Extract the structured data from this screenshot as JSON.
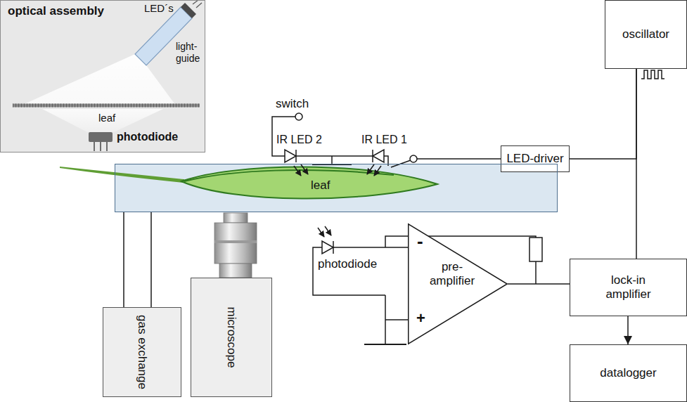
{
  "diagram": {
    "nodes": [
      {
        "text": [
          "optical assembly"
        ]
      },
      {
        "text": [
          "oscillator"
        ]
      },
      {
        "text": [
          "LED-driver"
        ]
      },
      {
        "text": [
          "leaf"
        ]
      },
      {
        "text": [
          "pre- amplifier"
        ]
      },
      {
        "text": [
          "lock-in amplifier"
        ]
      },
      {
        "text": [
          "gas exchange"
        ]
      },
      {
        "text": [
          "microscope"
        ]
      },
      {
        "text": [
          "datalogger"
        ]
      }
    ],
    "edges": [
      {
        "from": 1,
        "to": 2,
        "arrow": "none"
      },
      {
        "from": 1,
        "to": 5,
        "arrow": "none"
      },
      {
        "from": 4,
        "to": 5,
        "arrow": "none"
      },
      {
        "from": 5,
        "to": 8,
        "arrow": "to"
      },
      {
        "from": 6,
        "to": 3,
        "arrow": "none"
      },
      {
        "from": 6,
        "to": 3,
        "arrow": "none"
      }
    ],
    "labels": [
      "LED´s",
      "light- guide",
      "leaf",
      "photodiode",
      "switch",
      "IR LED 2",
      "IR LED 1",
      "photodiode",
      "-",
      "+"
    ]
  }
}
